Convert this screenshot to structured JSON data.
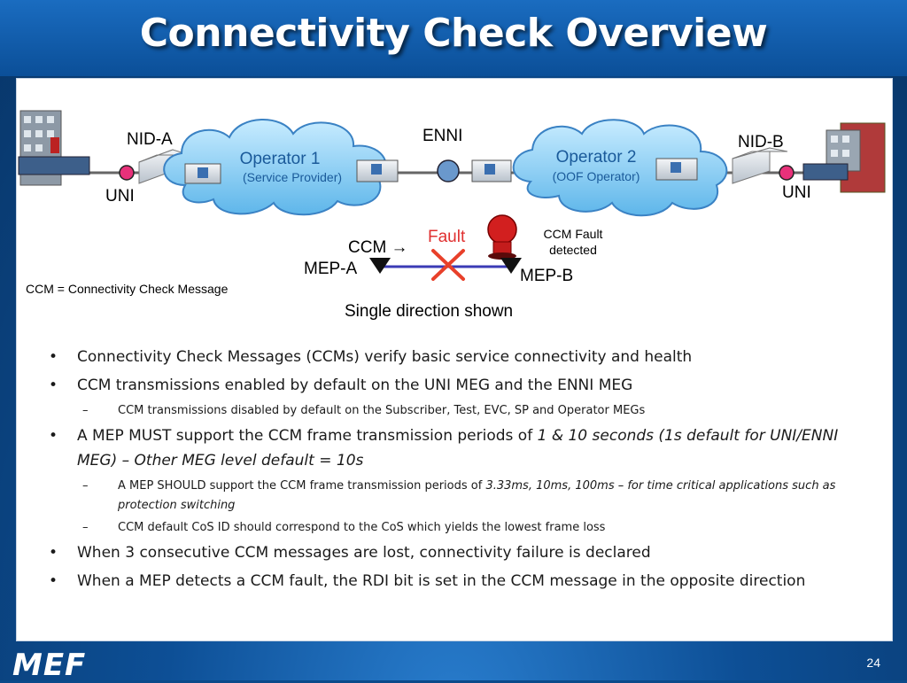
{
  "title": "Connectivity Check Overview",
  "diagram": {
    "nid_a": "NID-A",
    "nid_b": "NID-B",
    "uni_left": "UNI",
    "uni_right": "UNI",
    "enni": "ENNI",
    "operator1": {
      "name": "Operator 1",
      "role": "(Service Provider)"
    },
    "operator2": {
      "name": "Operator 2",
      "role": "(OOF Operator)"
    },
    "fault": "Fault",
    "ccm_arrow": "CCM →",
    "ccm_fault_line1": "CCM Fault",
    "ccm_fault_line2": "detected",
    "mep_a": "MEP-A",
    "mep_b": "MEP-B",
    "ccm_definition": "CCM = Connectivity Check Message",
    "caption": "Single direction shown",
    "colors": {
      "cloud": "#7fc4ef",
      "operator_text": "#1a5a9a",
      "fault": "#e03030",
      "mep_line": "#3b3bb5"
    }
  },
  "bullets": {
    "b1": "Connectivity Check Messages (CCMs) verify basic service connectivity and health",
    "b2": "CCM transmissions enabled by default on the UNI MEG and the ENNI MEG",
    "b2_sub1": "CCM transmissions disabled by default on the Subscriber, Test, EVC, SP and Operator MEGs",
    "b3_plain": "A MEP MUST support the CCM frame transmission periods of ",
    "b3_italic": "1 & 10 seconds (1s default for UNI/ENNI MEG) – Other MEG level default = 10s",
    "b3_sub1_plain": "A MEP SHOULD support the CCM frame transmission periods of ",
    "b3_sub1_italic": "3.33ms, 10ms, 100ms – for time critical applications such as protection switching",
    "b3_sub2": "CCM default CoS ID should correspond to the CoS which yields the lowest frame loss",
    "b4": "When 3 consecutive CCM messages are lost, connectivity failure is declared",
    "b5": "When a MEP detects a CCM fault, the RDI bit is set in the CCM message in the opposite direction",
    "dash": "–"
  },
  "footer": {
    "logo": "MEF",
    "page": "24"
  }
}
